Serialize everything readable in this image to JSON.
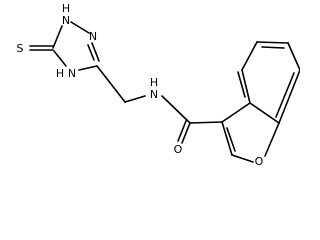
{
  "molecule": {
    "atoms": [
      {
        "id": "S1",
        "symbol": "S",
        "label": "S"
      },
      {
        "id": "N1",
        "symbol": "N",
        "label": "N"
      },
      {
        "id": "H1",
        "symbol": "H",
        "label": "H"
      },
      {
        "id": "N2",
        "symbol": "N",
        "label": "N"
      },
      {
        "id": "N4",
        "symbol": "N",
        "label": "N"
      },
      {
        "id": "H4",
        "symbol": "H",
        "label": "H"
      },
      {
        "id": "NA",
        "symbol": "N",
        "label": "N"
      },
      {
        "id": "HA",
        "symbol": "H",
        "label": "H"
      },
      {
        "id": "O1",
        "symbol": "O",
        "label": "O"
      },
      {
        "id": "O2",
        "symbol": "O",
        "label": "O"
      }
    ]
  }
}
